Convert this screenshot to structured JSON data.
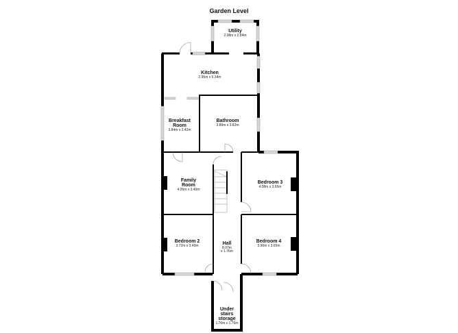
{
  "title": "Garden Level",
  "rooms": {
    "utility": {
      "name": "Utility",
      "dims": "2.08m x 2.84m"
    },
    "kitchen": {
      "name": "Kitchen",
      "dims": "2.95m x 6.34m"
    },
    "breakfast": {
      "name1": "Breakfast",
      "name2": "Room",
      "dims": "3.84m x 2.42m"
    },
    "bathroom": {
      "name": "Bathroom",
      "dims": "3.89m x 3.82m"
    },
    "family": {
      "name1": "Family",
      "name2": "Room",
      "dims": "4.26m x 3.40m"
    },
    "bedroom3": {
      "name": "Bedroom 3",
      "dims": "4.08m x 3.65m"
    },
    "bedroom2": {
      "name": "Bedroom 2",
      "dims": "3.72m x 3.40m"
    },
    "hall": {
      "name": "Hall",
      "dims1": "8.07m",
      "dims2": "x 1.76m"
    },
    "bedroom4": {
      "name": "Bedroom 4",
      "dims": "3.90m x 3.65m"
    },
    "storage": {
      "name1": "Under",
      "name2": "stairs",
      "name3": "storage",
      "dims": "1.76m x 1.76m"
    }
  },
  "colors": {
    "wall": "#000000",
    "window": "#d8d8d8"
  }
}
